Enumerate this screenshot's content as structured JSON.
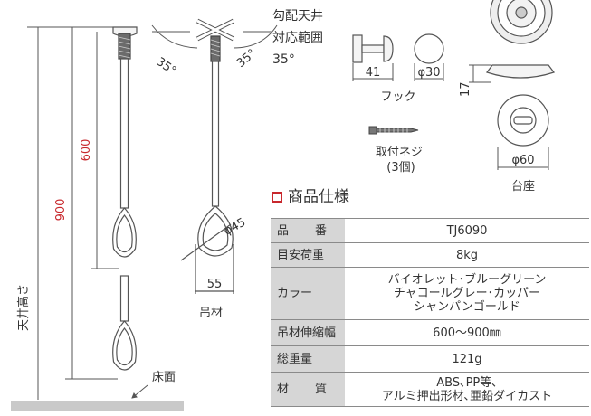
{
  "diagram": {
    "labels": {
      "ceiling_angle": "勾配天井\n対応範囲\n35°",
      "angle_left": "35°",
      "angle_right": "35°",
      "ceiling_height": "天井高さ",
      "dim_900": "900",
      "dim_600": "600",
      "floor": "床面",
      "diameter_ring": "φ45",
      "width_ring": "55",
      "rod_label": "吊材",
      "hook_width": "41",
      "hook_diameter": "φ30",
      "hook_label": "フック",
      "screw_label": "取付ネジ\n(3個)",
      "base_height": "17",
      "base_diameter": "φ60",
      "base_label": "台座"
    }
  },
  "spec": {
    "title": "商品仕様",
    "accent_color": "#c8282d",
    "rows": [
      {
        "key": "品　番",
        "value": "TJ6090"
      },
      {
        "key": "目安荷重",
        "value": "8kg"
      },
      {
        "key": "カラー",
        "value": "バイオレット･ブルーグリーン\nチャコールグレー･カッパー\nシャンパンゴールド"
      },
      {
        "key": "吊材伸縮幅",
        "value": "600～900㎜"
      },
      {
        "key": "総重量",
        "value": "121g"
      },
      {
        "key": "材　質",
        "value": "ABS､PP等､\nアルミ押出形材､亜鉛ダイカスト"
      }
    ]
  }
}
